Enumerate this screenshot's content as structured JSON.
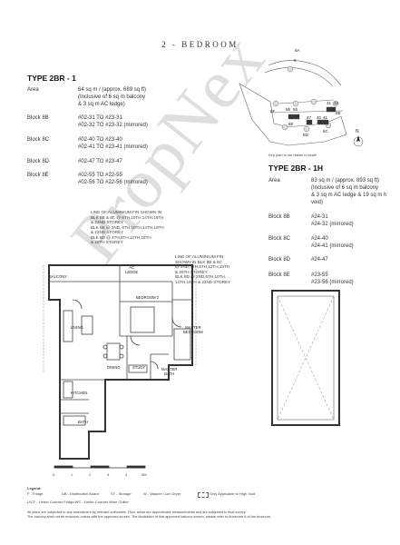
{
  "title": "2 - BEDROOM",
  "type1": {
    "heading": "TYPE 2BR - 1",
    "area_label": "Area",
    "area_lines": [
      "64 sq m / (approx. 689 sq ft)",
      "(Inclusive of 6 sq m balcony",
      "& 3 sq m AC ledge)"
    ],
    "blocks": [
      {
        "label": "Block 8B",
        "lines": [
          "#02-31 TO #23-31",
          "#02-32 TO #23-32 (mirrored)"
        ]
      },
      {
        "label": "Block 8C",
        "lines": [
          "#02-40 TO #23-40",
          "#02-41 TO #23-41 (mirrored)"
        ]
      },
      {
        "label": "Block 8D",
        "lines": [
          "#02-47 TO #23-47"
        ]
      },
      {
        "label": "Block 8E",
        "lines": [
          "#02-55 TO #22-55",
          "#02-56 TO #22-56 (mirrored)"
        ]
      }
    ]
  },
  "type2": {
    "heading": "TYPE 2BR - 1H",
    "area_label": "Area",
    "area_lines": [
      "83 sq m / (approx. 893 sq ft)",
      "(Inclusive of 6 sq m balcony",
      "& 3 sq m AC ledge & 19 sq m h",
      "void)"
    ],
    "blocks": [
      {
        "label": "Block 8B",
        "lines": [
          "#24-31",
          "#24-32 (mirrored)"
        ]
      },
      {
        "label": "Block 8C",
        "lines": [
          "#24-40",
          "#24-41 (mirrored)"
        ]
      },
      {
        "label": "Block 8D",
        "lines": [
          "#24-47"
        ]
      },
      {
        "label": "Block 8E",
        "lines": [
          "#23-55",
          "#23-56 (mirrored)"
        ]
      }
    ]
  },
  "keyplan": {
    "caption": "Key plan is not drawn to scale",
    "north": "N",
    "labels": [
      "6A",
      "6",
      "8F",
      "56",
      "55",
      "8E",
      "8D",
      "47",
      "40",
      "41",
      "8C",
      "31",
      "32",
      "8B"
    ]
  },
  "fin_note_1": [
    "LINE OF ALUMINIUM FIN SHOWN IN",
    "BLK 8B & 8C @ 6TH,10TH,14TH,18TH",
    "& 22ND STOREY",
    "BLK 8E @ 2ND, 6TH,10TH,14TH,18TH",
    "& 22ND STOREY",
    "BLK 8D @ 4TH,8TH,12TH,16TH",
    "& 20TH STOREY"
  ],
  "fin_note_2": [
    "LINE OF ALUMINIUM FIN",
    "SHOWN IN BLK 8B & 8C",
    "@ 2ND,4TH,8TH,12TH,16TH",
    "& 20TH STOREY",
    "BLK 8D @ 2ND,6TH,10TH,",
    "14TH,18TH & 22ND STOREY"
  ],
  "rooms": {
    "balcony": "BALCONY",
    "ac_ledge": "AC\nLEDGE",
    "bedroom2": "BEDROOM 2",
    "living": "LIVING",
    "master_bedroom": "MASTER\nBEDROOM",
    "dining": "DINING",
    "study": "STUDY",
    "master_bath": "MASTER\nBATH",
    "kitchen": "KITCHEN",
    "bath": "BATH"
  },
  "scale": {
    "ticks": [
      "0",
      "1",
      "2",
      "3",
      "4",
      "5M"
    ]
  },
  "legend": {
    "heading": "Legend:",
    "items": [
      "F - Fridge",
      "DB - Distribution Board",
      "ST - Storage",
      "W - Washer Cum Dryer",
      "Only Applicable to High Void"
    ],
    "line2": "U/CF - Under Counter Fridge      WC - Under Counter Wine Chiller"
  },
  "disclaimer": [
    "All plans are subjected to any amendment by relevant authorities. Floor areas are approximate measurements and are subjected to final survey.",
    "The balcony shall not be enclosed unless with the approved screen. The illustration of that approved balcony screen, please refer to Annexure A of the brochure."
  ],
  "watermark": "PropNex",
  "colors": {
    "line": "#333333",
    "watermark": "#b0b0b0"
  }
}
